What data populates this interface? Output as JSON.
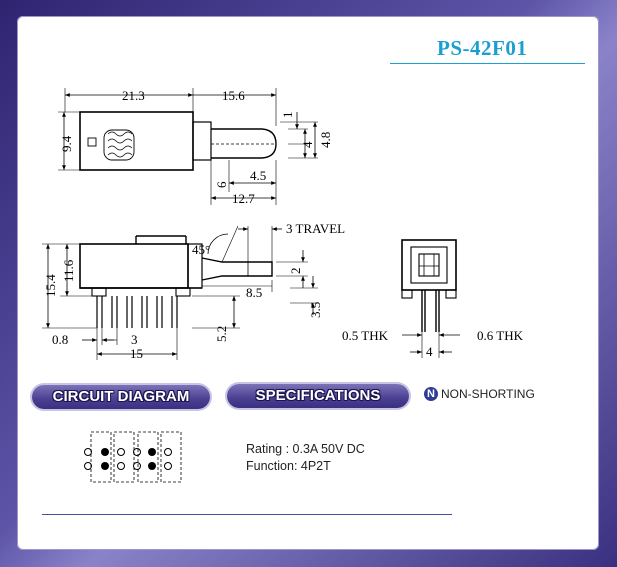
{
  "model": "PS-42F01",
  "top_view": {
    "dims": [
      "21.3",
      "15.6",
      "1",
      "9.4",
      "4",
      "4.8",
      "4.5",
      "6",
      "12.7"
    ]
  },
  "side_view": {
    "dims": [
      "3 TRAVEL",
      "45°",
      "2",
      "15.4",
      "11.6",
      "8.5",
      "3.5",
      "5.2",
      "0.8",
      "3",
      "15"
    ]
  },
  "end_view": {
    "dims": [
      "0.5 THK",
      "0.6 THK",
      "4"
    ]
  },
  "sections": {
    "circuit_label": "CIRCUIT DIAGRAM",
    "spec_label": "SPECIFICATIONS",
    "non_shorting_icon": "N",
    "non_shorting_label": "NON-SHORTING"
  },
  "specs": {
    "rating": "Rating : 0.3A 50V DC",
    "function": "Function: 4P2T"
  },
  "colors": {
    "frame": "#5a4f9c",
    "model_text": "#1a9fd0",
    "pill": "#4a3f91"
  }
}
